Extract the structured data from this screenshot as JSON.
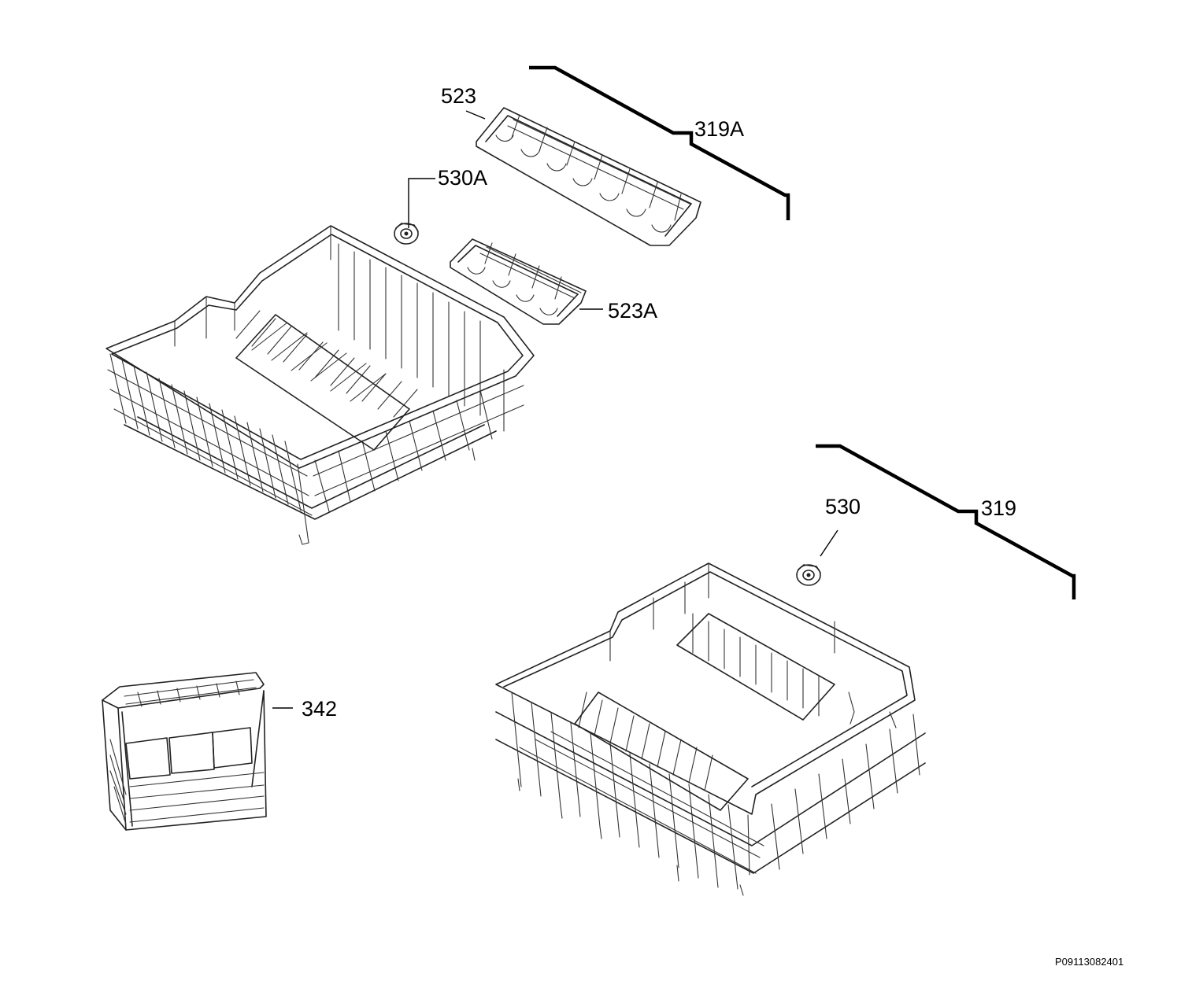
{
  "labels": {
    "l523": "523",
    "l319a": "319A",
    "l530a": "530A",
    "l523a": "523A",
    "l530": "530",
    "l319": "319",
    "l342": "342"
  },
  "document_id": "P09113082401",
  "icons": {
    "upper_basket": "upper-wire-basket",
    "lower_basket": "lower-wire-basket",
    "cutlery_basket": "cutlery-basket",
    "cup_rack_large": "folding-cup-rack",
    "cup_rack_small": "folding-cup-rack-small",
    "wheel_upper": "basket-wheel",
    "wheel_lower": "basket-wheel"
  }
}
